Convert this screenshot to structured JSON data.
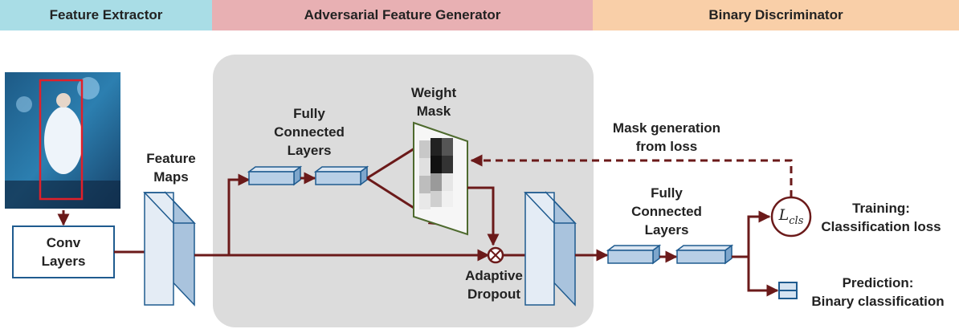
{
  "header": {
    "stages": [
      {
        "label": "Feature Extractor",
        "color": "#a9dde6"
      },
      {
        "label": "Adversarial Feature Generator",
        "color": "#e8b0b3"
      },
      {
        "label": "Binary Discriminator",
        "color": "#f9cfa8"
      }
    ]
  },
  "labels": {
    "conv_layers": "Conv\nLayers",
    "feature_maps": "Feature\nMaps",
    "fc_layers_generator": "Fully\nConnected\nLayers",
    "weight_mask": "Weight\nMask",
    "mask_generation": "Mask generation\nfrom loss",
    "adaptive_dropout": "Adaptive\nDropout",
    "fc_layers_discriminator": "Fully\nConnected\nLayers",
    "loss_symbol": "L",
    "loss_subscript": "cls",
    "training": "Training:\nClassification loss",
    "prediction": "Prediction:\nBinary classification"
  },
  "colors": {
    "arrow": "#6b1a1a",
    "box_border": "#1f5b8f",
    "panel": "#dcdcdc",
    "mask_border": "#4e6a2e"
  },
  "icons": [
    "input-photo-icon",
    "multiply-icon",
    "classifier-icon"
  ]
}
